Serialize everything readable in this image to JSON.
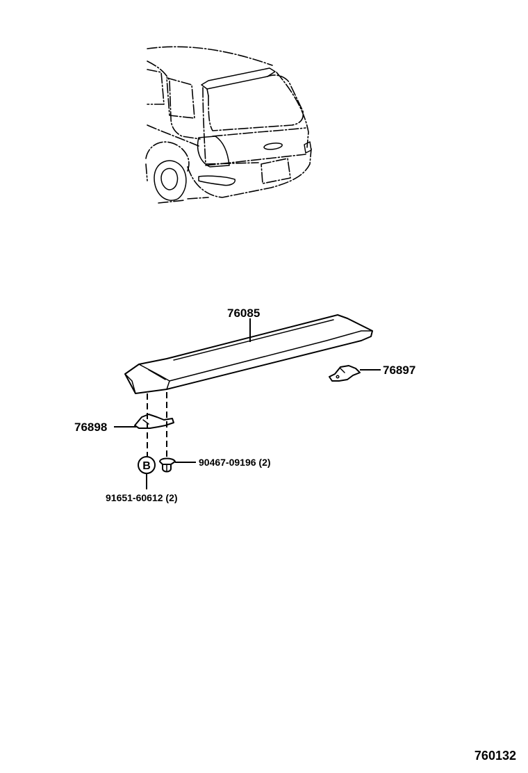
{
  "diagram_id": "760132",
  "parts": {
    "spoiler": {
      "part_no": "76085"
    },
    "bracket_right": {
      "part_no": "76897"
    },
    "bracket_left": {
      "part_no": "76898"
    },
    "clip": {
      "part_no": "90467-09196 (2)"
    },
    "bolt": {
      "part_no": "91651-60612 (2)",
      "symbol": "B"
    }
  }
}
